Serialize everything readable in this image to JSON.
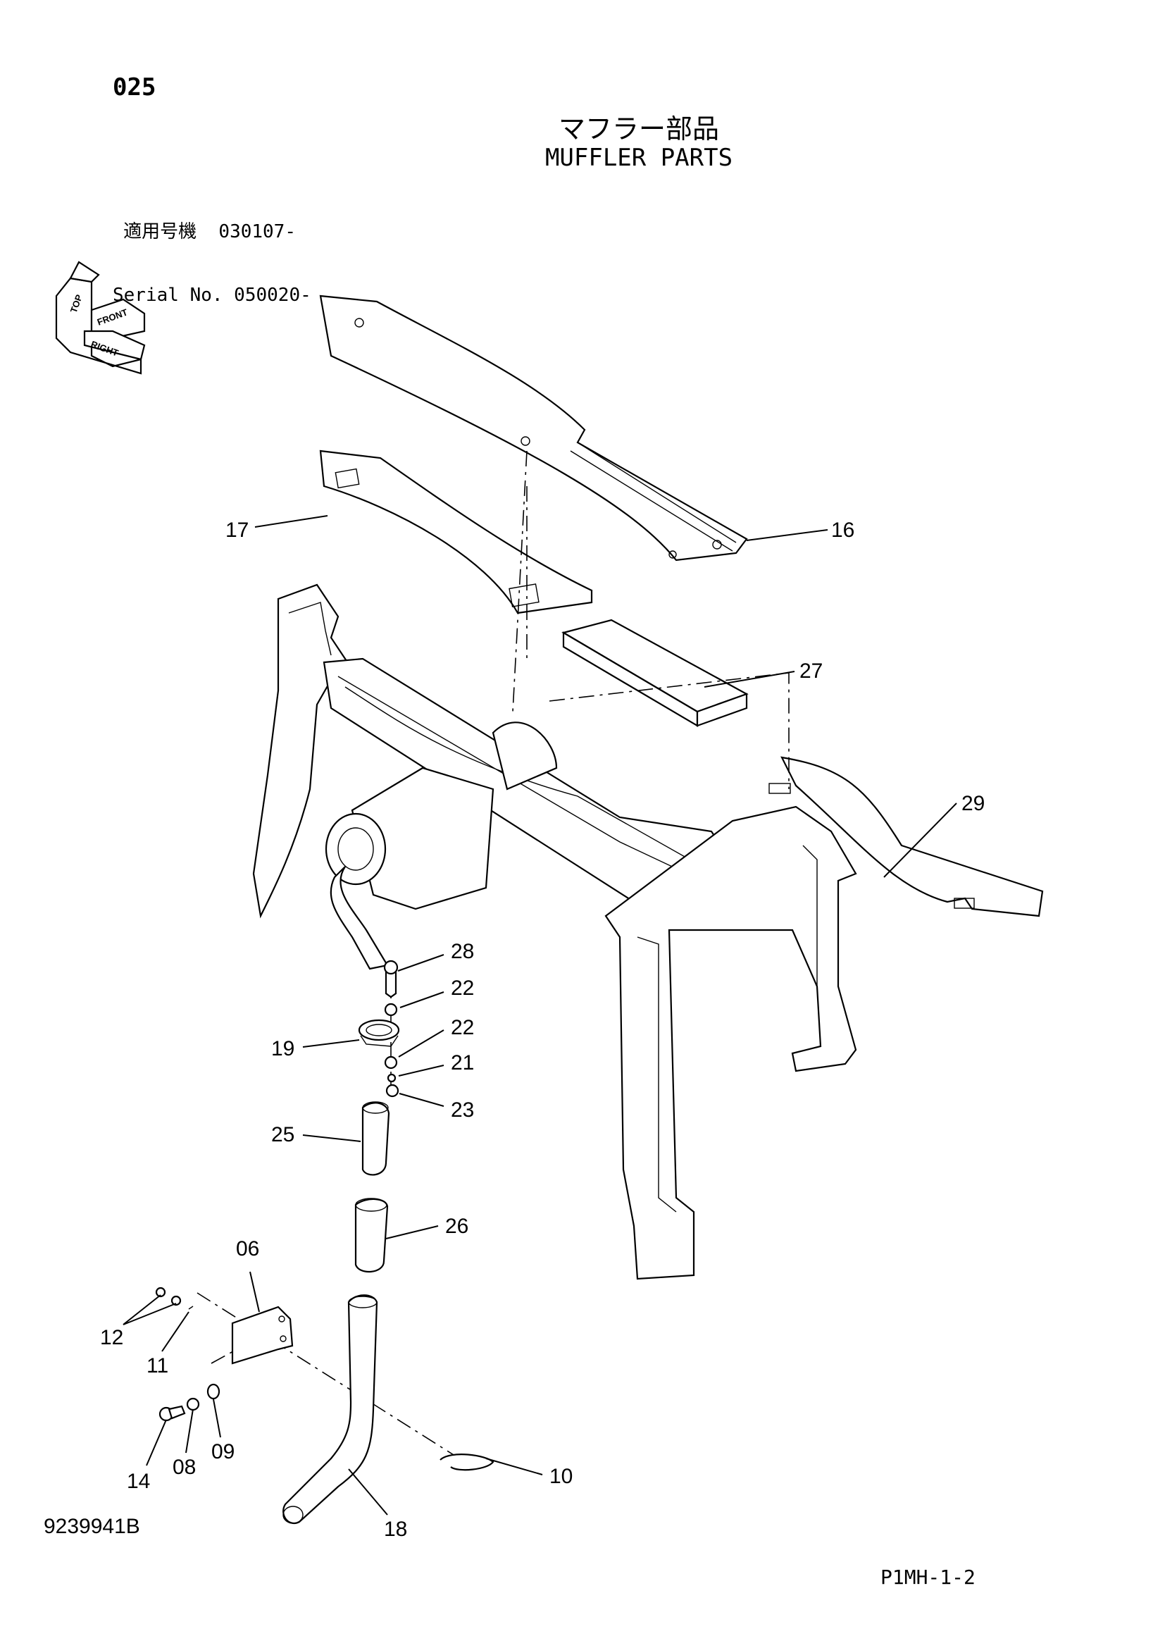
{
  "header": {
    "page_number": "025",
    "title_jp": "マフラー部品",
    "title_en": "MUFFLER PARTS",
    "serial_jp": "適用号機  030107-",
    "serial_en": "Serial No. 050020-"
  },
  "orientation_icon": {
    "labels": [
      "TOP",
      "FRONT",
      "RIGHT"
    ]
  },
  "callouts": {
    "c16": "16",
    "c17": "17",
    "c27": "27",
    "c29": "29",
    "c28": "28",
    "c22a": "22",
    "c22b": "22",
    "c19": "19",
    "c21": "21",
    "c23": "23",
    "c25": "25",
    "c26": "26",
    "c06": "06",
    "c12": "12",
    "c11": "11",
    "c14": "14",
    "c08": "08",
    "c09": "09",
    "c10": "10",
    "c18": "18"
  },
  "footer": {
    "document_id": "9239941B",
    "page_ref": "P1MH-1-2"
  }
}
